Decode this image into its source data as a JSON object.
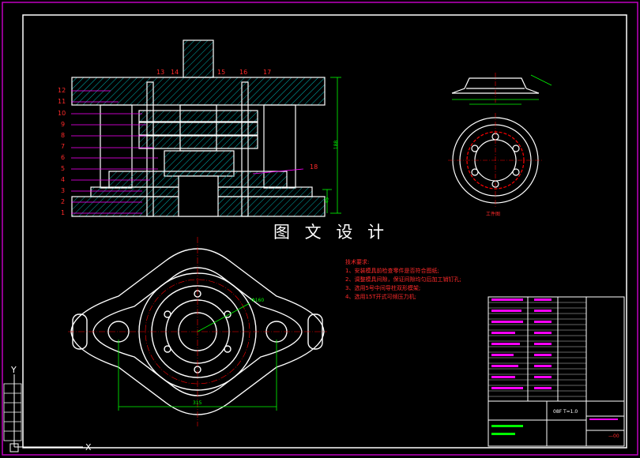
{
  "watermark": "图 文 设 计",
  "part_numbers": [
    "1",
    "2",
    "3",
    "4",
    "5",
    "6",
    "7",
    "8",
    "9",
    "10",
    "11",
    "12",
    "13",
    "14",
    "15",
    "16",
    "17",
    "18"
  ],
  "dimensions": {
    "height_total": "188",
    "height_base": "45",
    "phi_diameter": "Φ160",
    "width": "315"
  },
  "workpiece_caption": "工件图",
  "tech_notes": {
    "title": "技术要求:",
    "items": [
      "1、安装模具前检查零件是否符合图纸;",
      "2、调整模具间隙，保证间隙均匀后加工销钉孔;",
      "3、选用5号中间导柱双形模架;",
      "4、选用15T开式可倾压力机;"
    ]
  },
  "title_block": {
    "material_label": "08F T=1.0",
    "drawing_no": "—00"
  },
  "colors": {
    "background": "#000000",
    "outline": "#ffffff",
    "frame": "#c000c0",
    "leader": "#ff00ff",
    "hatch": "#00b0b0",
    "dimension": "#00ff00",
    "center_line": "#ff0000",
    "text": "#ff2a2a"
  },
  "axis_icon": {
    "x": "X",
    "y": "Y"
  }
}
